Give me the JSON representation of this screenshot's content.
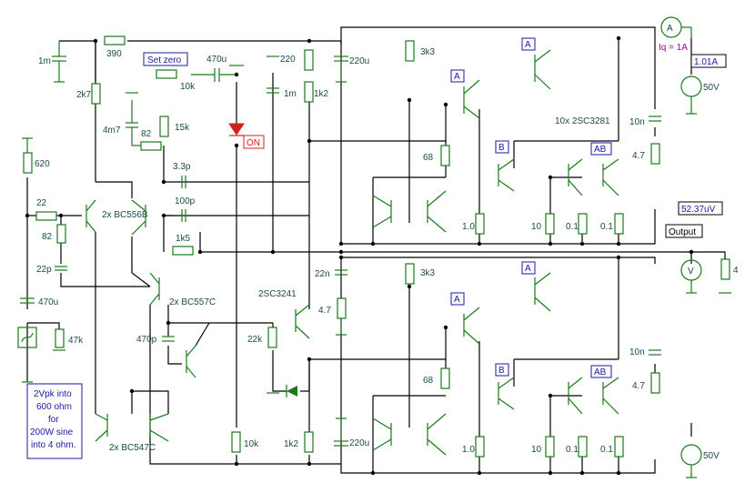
{
  "labels": {
    "r390": "390",
    "c1m_left": "1m",
    "r2k7": "2k7",
    "r620": "620",
    "r22": "22",
    "r82_left": "82",
    "c22p": "22p",
    "c470u_in": "470u",
    "r47k": "47k",
    "q_bc556b": "2x BC556B",
    "q_bc557c": "2x BC557C",
    "q_bc547c": "2x BC547C",
    "q_2sc3241": "2SC3241",
    "set_zero": "Set zero",
    "c470u_top": "470u",
    "r10k_pot": "10k",
    "c4m7": "4m7",
    "r82_mid": "82",
    "r15k": "15k",
    "c3p3": "3.3p",
    "c100p": "100p",
    "r1k5": "1k5",
    "c470p": "470p",
    "r220": "220",
    "c1m_mid": "1m",
    "r1k2_top": "1k2",
    "c220u_top": "220u",
    "led_on": "ON",
    "r22k": "22k",
    "r10k_bot": "10k",
    "r1k2_bot": "1k2",
    "c22n": "22n",
    "r4_7_mid": "4.7",
    "c220u_bot": "220u",
    "r3k3_top": "3k3",
    "r3k3_bot": "3k3",
    "r68_top": "68",
    "r68_bot": "68",
    "r1_0_top": "1.0",
    "r10_top": "10",
    "r0_1a_top": "0.1",
    "r0_1b_top": "0.1",
    "r1_0_bot": "1.0",
    "r10_bot": "10",
    "r0_1a_bot": "0.1",
    "r0_1b_bot": "0.1",
    "q_2sc3281": "10x 2SC3281",
    "c10n_top": "10n",
    "r4_7_top": "4.7",
    "c10n_bot": "10n",
    "r4_7_bot": "4.7",
    "r_load": "4",
    "supply_top": "50V",
    "supply_bot": "50V",
    "iq_label": "Iq = 1A",
    "ammeter_reading": "1.01A",
    "voltmeter_reading": "52.37uV",
    "output": "Output",
    "tag_a": "A",
    "tag_b": "B",
    "tag_ab": "AB"
  },
  "note": [
    "2Vpk into",
    "600 ohm",
    "for",
    "200W sine",
    "into 4 ohm."
  ],
  "colors": {
    "wire": "#000000",
    "component": "#1a7a1a",
    "label": "#1a4a4a",
    "tag": "#1a1aa0",
    "led": "#d02020",
    "iq": "#a000a0"
  }
}
